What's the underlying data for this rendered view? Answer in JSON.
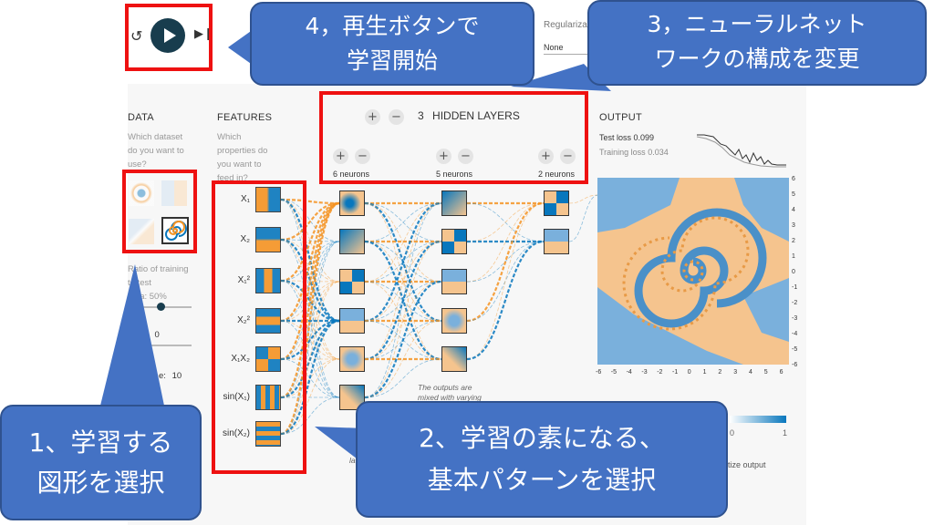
{
  "player": {
    "reset_icon": "reset-icon",
    "play_icon": "play-icon",
    "step_icon": "step-icon"
  },
  "top_controls": {
    "regularization_label": "Regulariza",
    "regularization_value": "None"
  },
  "data_section": {
    "title": "DATA",
    "question": [
      "Which dataset",
      "do you want to",
      "use?"
    ],
    "ratio_label": [
      "Ratio of training",
      "to test",
      "data: 50%"
    ],
    "noise_label": "N",
    "noise_value": "0",
    "batch_label": "e:",
    "batch_value": "10"
  },
  "features_section": {
    "title": "FEATURES",
    "question": [
      "Which",
      "properties do",
      "you want to",
      "feed in?"
    ],
    "features": [
      {
        "name": "X₁"
      },
      {
        "name": "X₂"
      },
      {
        "name": "X₁²"
      },
      {
        "name": "X₂²"
      },
      {
        "name": "X₁X₂"
      },
      {
        "name": "sin(X₁)"
      },
      {
        "name": "sin(X₂)"
      }
    ]
  },
  "hidden": {
    "count": "3",
    "label": "HIDDEN LAYERS",
    "layers": [
      {
        "neurons": "6 neurons"
      },
      {
        "neurons": "5 neurons"
      },
      {
        "neurons": "2 neurons"
      }
    ],
    "note": [
      "The outputs are",
      "mixed with varying"
    ],
    "note2": "la"
  },
  "output": {
    "title": "OUTPUT",
    "test_loss_label": "Test loss",
    "test_loss": "0.099",
    "training_loss_label": "Training loss",
    "training_loss": "0.034",
    "y_ticks": [
      "6",
      "5",
      "4",
      "3",
      "2",
      "1",
      "0",
      "-1",
      "-2",
      "-3",
      "-4",
      "-5",
      "-6"
    ],
    "x_ticks": [
      "-6",
      "-5",
      "-4",
      "-3",
      "-2",
      "-1",
      "0",
      "1",
      "2",
      "3",
      "4",
      "5",
      "6"
    ],
    "legend_ticks": [
      "0",
      "1"
    ],
    "discretize": "retize output"
  },
  "colors": {
    "orange": "#f59322",
    "blue": "#0877bd",
    "callout": "#4472c4",
    "red": "#ee1111"
  },
  "annotations": {
    "step4": [
      "4，再生ボタンで",
      "学習開始"
    ],
    "step3": [
      "3，ニューラルネット",
      "ワークの構成を変更"
    ],
    "step1": [
      "1、学習する",
      "図形を選択"
    ],
    "step2": [
      "2、学習の素になる、",
      "基本パターンを選択"
    ]
  }
}
